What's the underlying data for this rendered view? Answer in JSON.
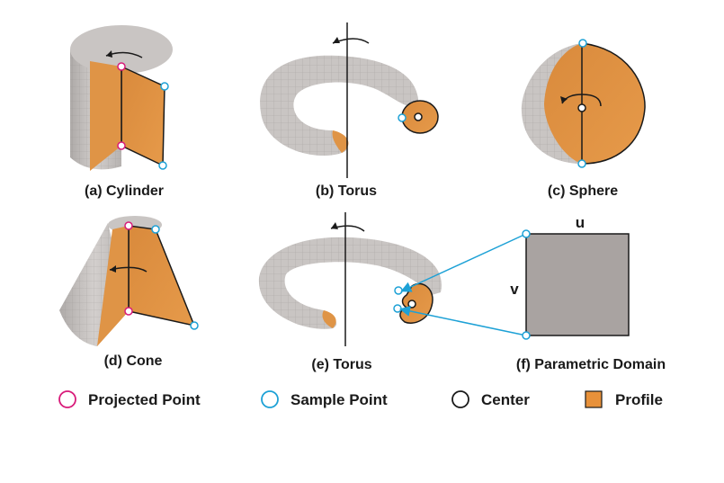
{
  "captions": {
    "cylinder": "(a) Cylinder",
    "torus_b": "(b) Torus",
    "sphere": "(c) Sphere",
    "cone": "(d) Cone",
    "torus_e": "(e) Torus",
    "domain": "(f) Parametric Domain"
  },
  "domain_axes": {
    "u": "u",
    "v": "v"
  },
  "legend": {
    "projected": "Projected Point",
    "sample": "Sample Point",
    "center": "Center",
    "profile": "Profile"
  },
  "colors": {
    "profile": "#e8913a",
    "projected_point": "#d81b7a",
    "sample_point": "#1da1d6",
    "center_point": "#1a1a1a",
    "surface": "#c9c5c3",
    "domain_fill": "#a9a3a1",
    "arrow": "#1da1d6"
  }
}
